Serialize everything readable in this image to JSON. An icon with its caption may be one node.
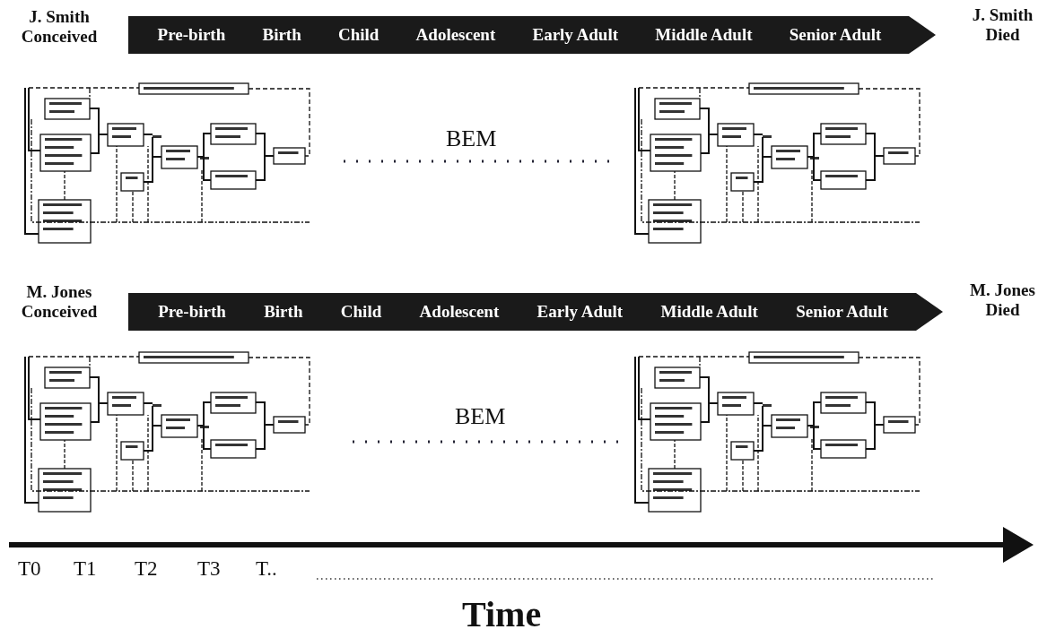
{
  "diagram": {
    "nodes": [
      {
        "text": [
          "Pre-birth",
          "Birth",
          "Child",
          "Adolescent",
          "Early Adult",
          "Middle Adult",
          "Senior Adult"
        ],
        "beside": [
          "J. Smith Conceived",
          "J. Smith Died"
        ]
      },
      {
        "text": [
          "Pre-birth",
          "Birth",
          "Child",
          "Adolescent",
          "Early Adult",
          "Middle Adult",
          "Senior Adult"
        ],
        "beside": [
          "M. Jones Conceived",
          "M. Jones Died"
        ]
      }
    ],
    "labels": [
      "BEM",
      "BEM",
      "T0",
      "T1",
      "T2",
      "T3",
      "T..",
      "Time"
    ]
  }
}
